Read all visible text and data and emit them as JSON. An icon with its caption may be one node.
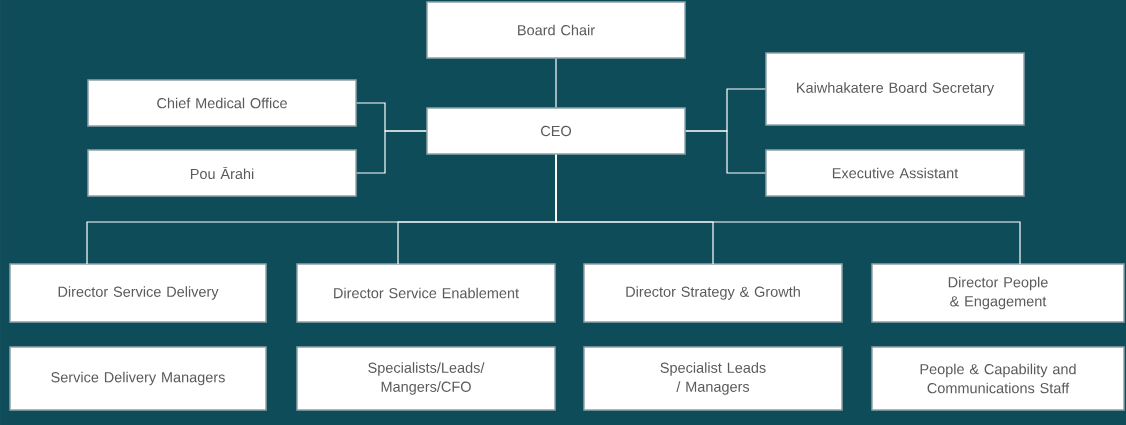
{
  "diagram": {
    "nodes": [
      {
        "text": [
          "Board Chair"
        ]
      },
      {
        "text": [
          "Chief Medical Office"
        ]
      },
      {
        "text": [
          "Pou Ārahi"
        ]
      },
      {
        "text": [
          "CEO"
        ]
      },
      {
        "text": [
          "Kaiwhakatere Board Secretary"
        ]
      },
      {
        "text": [
          "Executive Assistant"
        ]
      },
      {
        "text": [
          "Director Service Delivery"
        ]
      },
      {
        "text": [
          "Director Service Enablement"
        ]
      },
      {
        "text": [
          "Director Strategy & Growth"
        ]
      },
      {
        "text": [
          "Director People & Engagement"
        ]
      },
      {
        "text": [
          "Service Delivery Managers"
        ]
      },
      {
        "text": [
          "Specialists/Leads/ Mangers/CFO"
        ]
      },
      {
        "text": [
          "Specialist Leads / Managers"
        ]
      },
      {
        "text": [
          "People & Capability and Communications Staff"
        ]
      }
    ],
    "edges": [
      {
        "from": 0,
        "to": 3,
        "arrow": "none"
      },
      {
        "from": 3,
        "to": 1,
        "arrow": "none"
      },
      {
        "from": 3,
        "to": 2,
        "arrow": "none"
      },
      {
        "from": 3,
        "to": 4,
        "arrow": "none"
      },
      {
        "from": 3,
        "to": 5,
        "arrow": "none"
      },
      {
        "from": 3,
        "to": 6,
        "arrow": "none"
      },
      {
        "from": 3,
        "to": 7,
        "arrow": "none"
      },
      {
        "from": 3,
        "to": 8,
        "arrow": "none"
      },
      {
        "from": 3,
        "to": 9,
        "arrow": "none"
      }
    ]
  }
}
